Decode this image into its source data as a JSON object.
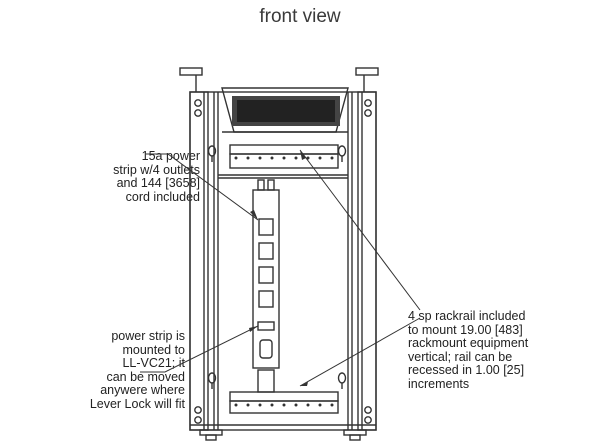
{
  "title": "front view",
  "callouts": {
    "power_strip": "15a power\nstrip w/4 outlets\nand 144 [3658]\ncord included",
    "mounted": "power strip is\nmounted to\nLL-VC21;  it\ncan be moved\nanywere where\nLever Lock will fit",
    "rackrail": "4 sp rackrail included\nto mount 19.00 [483]\nrackmount equipment\nvertical; rail can be\nrecessed in 1.00 [25]\nincrements"
  }
}
